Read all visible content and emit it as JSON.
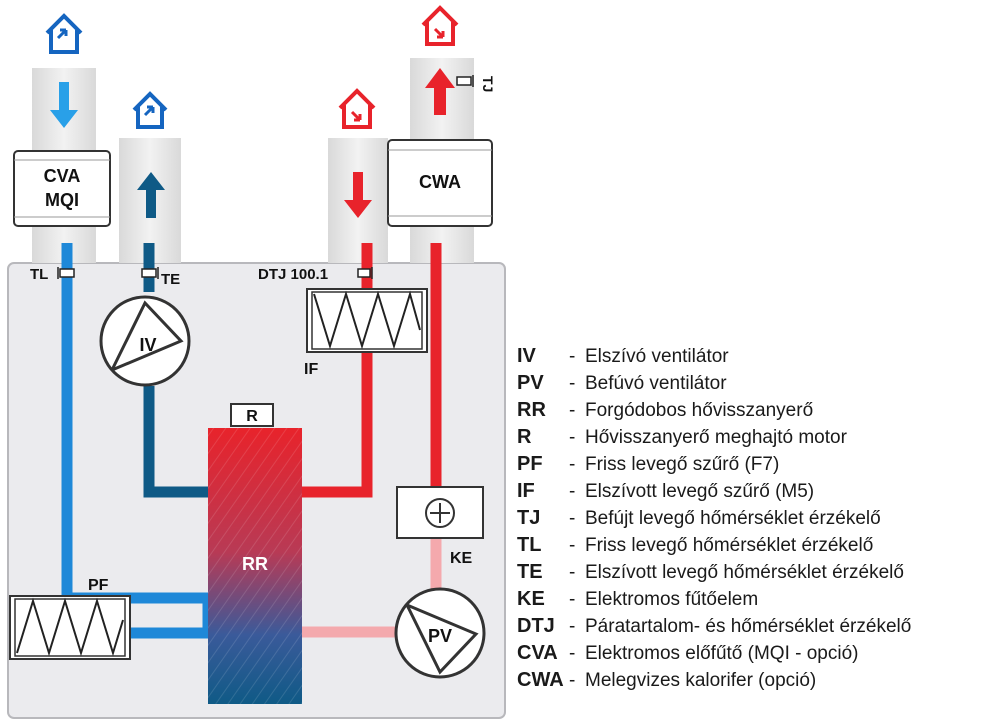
{
  "diagram": {
    "labels": {
      "cva": "CVA",
      "mqi": "MQI",
      "cwa": "CWA",
      "iv": "IV",
      "pv": "PV",
      "rr": "RR",
      "r": "R",
      "pf": "PF",
      "if": "IF",
      "ke": "KE",
      "tl": "TL",
      "te": "TE",
      "tj": "TJ",
      "dtj": "DTJ 100.1"
    },
    "colors": {
      "fresh_air": "#1e88d8",
      "exhaust_air": "#0f5a86",
      "extract_air": "#e8232b",
      "supply_air": "#e8232b",
      "heated_link": "#f4a9ad",
      "housing": "#ebebee",
      "duct": "#e4e4e4"
    }
  },
  "legend": [
    {
      "code": "IV",
      "text": "Elszívó ventilátor"
    },
    {
      "code": "PV",
      "text": "Befúvó ventilátor"
    },
    {
      "code": "RR",
      "text": "Forgódobos hővisszanyerő"
    },
    {
      "code": "R",
      "text": "Hővisszanyerő meghajtó motor"
    },
    {
      "code": "PF",
      "text": "Friss levegő szűrő (F7)"
    },
    {
      "code": "IF",
      "text": "Elszívott levegő szűrő (M5)"
    },
    {
      "code": "TJ",
      "text": "Befújt levegő hőmérséklet érzékelő"
    },
    {
      "code": "TL",
      "text": "Friss levegő hőmérséklet érzékelő"
    },
    {
      "code": "TE",
      "text": "Elszívott levegő hőmérséklet érzékelő"
    },
    {
      "code": "KE",
      "text": "Elektromos fűtőelem"
    },
    {
      "code": "DTJ",
      "text": "Páratartalom- és hőmérséklet érzékelő"
    },
    {
      "code": "CVA",
      "text": "Elektromos előfűtő (MQI - opció)"
    },
    {
      "code": "CWA",
      "text": "Melegvizes kalorifer (opció)"
    }
  ]
}
